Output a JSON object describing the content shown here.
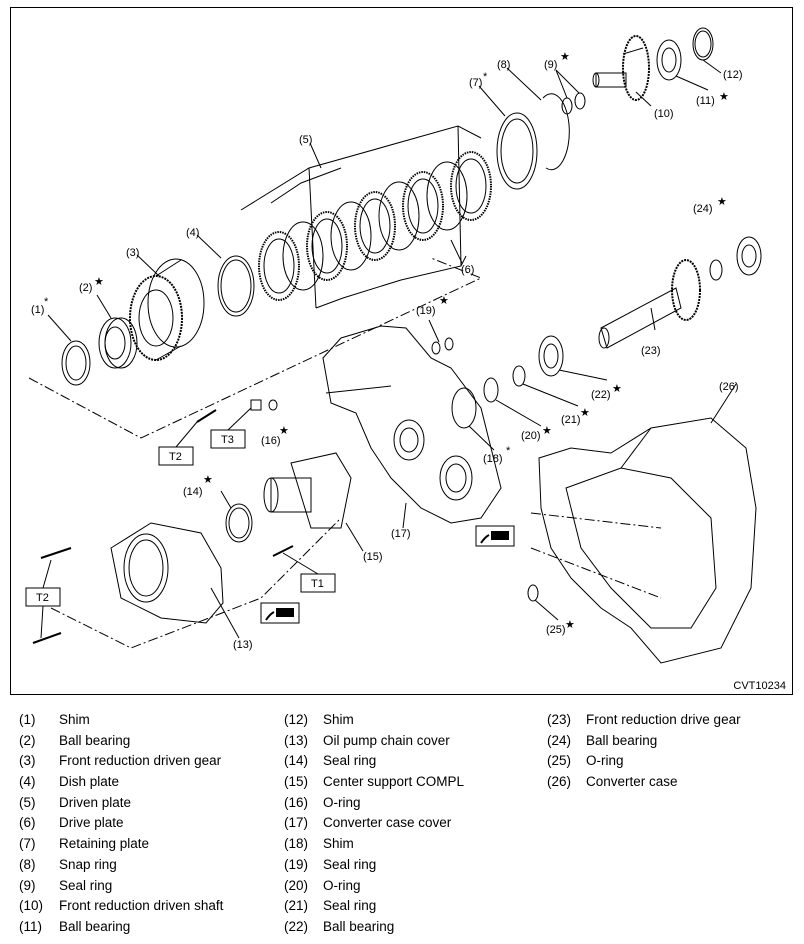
{
  "figure": {
    "code": "CVT10234",
    "torque_labels": [
      "T1",
      "T2",
      "T3"
    ],
    "callouts": [
      "(1)",
      "(2)",
      "(3)",
      "(4)",
      "(5)",
      "(6)",
      "(7)",
      "(8)",
      "(9)",
      "(10)",
      "(11)",
      "(12)",
      "(13)",
      "(14)",
      "(15)",
      "(16)",
      "(17)",
      "(18)",
      "(19)",
      "(20)",
      "(21)",
      "(22)",
      "(23)",
      "(24)",
      "(25)",
      "(26)"
    ],
    "star_symbol": "★",
    "asterisk_symbol": "*"
  },
  "legend": [
    {
      "num": "(1)",
      "name": "Shim"
    },
    {
      "num": "(2)",
      "name": "Ball bearing"
    },
    {
      "num": "(3)",
      "name": "Front reduction driven gear"
    },
    {
      "num": "(4)",
      "name": "Dish plate"
    },
    {
      "num": "(5)",
      "name": "Driven plate"
    },
    {
      "num": "(6)",
      "name": "Drive plate"
    },
    {
      "num": "(7)",
      "name": "Retaining plate"
    },
    {
      "num": "(8)",
      "name": "Snap ring"
    },
    {
      "num": "(9)",
      "name": "Seal ring"
    },
    {
      "num": "(10)",
      "name": "Front reduction driven shaft"
    },
    {
      "num": "(11)",
      "name": "Ball bearing"
    },
    {
      "num": "(12)",
      "name": "Shim"
    },
    {
      "num": "(13)",
      "name": "Oil pump chain cover"
    },
    {
      "num": "(14)",
      "name": "Seal ring"
    },
    {
      "num": "(15)",
      "name": "Center support COMPL"
    },
    {
      "num": "(16)",
      "name": "O-ring"
    },
    {
      "num": "(17)",
      "name": "Converter case cover"
    },
    {
      "num": "(18)",
      "name": "Shim"
    },
    {
      "num": "(19)",
      "name": "Seal ring"
    },
    {
      "num": "(20)",
      "name": "O-ring"
    },
    {
      "num": "(21)",
      "name": "Seal ring"
    },
    {
      "num": "(22)",
      "name": "Ball bearing"
    },
    {
      "num": "(23)",
      "name": "Front reduction drive gear"
    },
    {
      "num": "(24)",
      "name": "Ball bearing"
    },
    {
      "num": "(25)",
      "name": "O-ring"
    },
    {
      "num": "(26)",
      "name": "Converter case"
    }
  ]
}
